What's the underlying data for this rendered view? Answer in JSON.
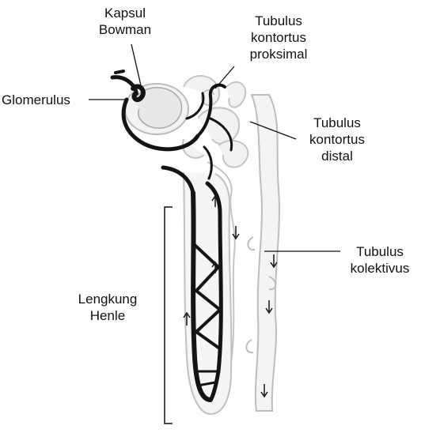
{
  "labels": {
    "kapsul_bowman": [
      "Kapsul",
      "Bowman"
    ],
    "glomerulus": "Glomerulus",
    "tubulus_proksimal": [
      "Tubulus",
      "kontortus",
      "proksimal"
    ],
    "tubulus_distal": [
      "Tubulus",
      "kontortus",
      "distal"
    ],
    "tubulus_kolektivus": [
      "Tubulus",
      "kolektivus"
    ],
    "lengkung_henle": [
      "Lengkung",
      "Henle"
    ]
  },
  "colors": {
    "ink": "#111111",
    "vessel": "#141414",
    "tubule_fill": "#f4f4f4",
    "tubule_edge": "#bdbdbd"
  }
}
